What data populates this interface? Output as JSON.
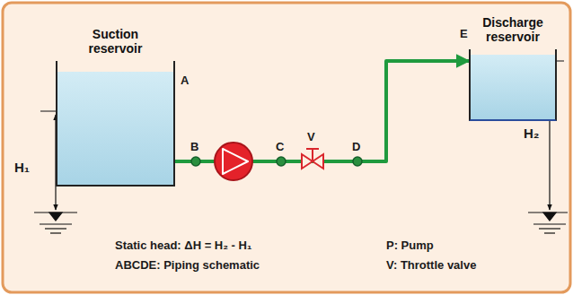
{
  "diagram": {
    "nodes": [
      {
        "text": [
          "Suction reservoir"
        ]
      },
      {
        "text": [
          "Discharge reservoir"
        ]
      }
    ],
    "edges": [
      {
        "from": 0,
        "to": 1,
        "arrow": "to"
      }
    ],
    "labels": [
      "A",
      "B",
      "C",
      "V",
      "D",
      "E",
      "H₁",
      "H₂",
      "Static head: ΔH = H₂ - H₁",
      "ABCDE: Piping schematic",
      "P: Pump",
      "V: Throttle valve"
    ]
  }
}
